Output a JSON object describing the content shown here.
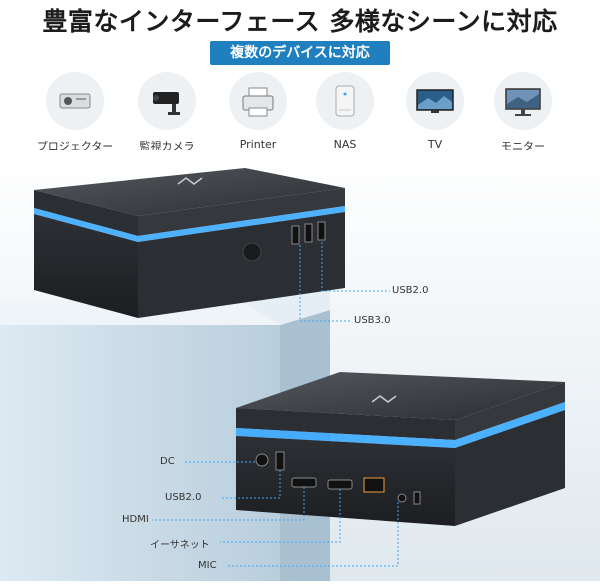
{
  "title": "豊富なインターフェース 多様なシーンに対応",
  "badge": "複数のデバイスに対応",
  "devices": [
    {
      "label": "プロジェクター",
      "icon": "projector-icon"
    },
    {
      "label": "監視カメラ",
      "icon": "security-camera-icon"
    },
    {
      "label": "Printer",
      "icon": "printer-icon"
    },
    {
      "label": "NAS",
      "icon": "nas-icon"
    },
    {
      "label": "TV",
      "icon": "tv-icon"
    },
    {
      "label": "モニター",
      "icon": "monitor-icon"
    }
  ],
  "top_ports": {
    "usb20": "USB2.0",
    "usb30": "USB3.0"
  },
  "bottom_ports": {
    "dc": "DC",
    "usb20": "USB2.0",
    "hdmi": "HDMI",
    "ethernet": "イーサネット",
    "mic": "MIC"
  },
  "colors": {
    "accent": "#1f7fbf",
    "led": "#3aa9ff",
    "device": "#2e3136"
  }
}
